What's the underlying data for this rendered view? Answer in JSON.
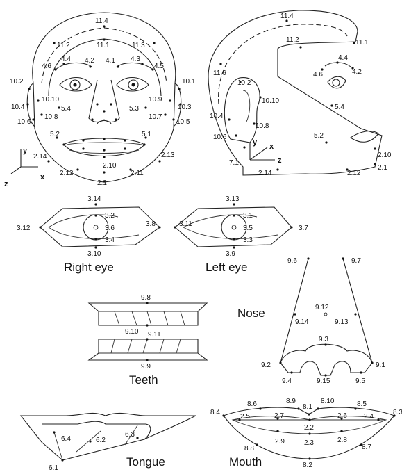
{
  "titles": {
    "right_eye": "Right eye",
    "left_eye": "Left eye",
    "nose": "Nose",
    "teeth": "Teeth",
    "tongue": "Tongue",
    "mouth": "Mouth"
  },
  "axes": {
    "x": "x",
    "y": "y",
    "z": "z"
  },
  "front_face": {
    "labels": [
      "11.4",
      "11.2",
      "11.1",
      "11.3",
      "4.4",
      "4.2",
      "4.1",
      "4.3",
      "4.6",
      "4.5",
      "10.2",
      "10.1",
      "10.10",
      "10.9",
      "10.4",
      "10.3",
      "5.4",
      "5.3",
      "10.6",
      "10.8",
      "10.7",
      "10.5",
      "5.2",
      "5.1",
      "2.14",
      "2.13",
      "2.10",
      "2.12",
      "2.11",
      "2.1"
    ]
  },
  "side_face": {
    "labels": [
      "11.4",
      "11.2",
      "11.1",
      "11.6",
      "4.4",
      "4.6",
      "4.2",
      "10.2",
      "10.10",
      "10.4",
      "5.4",
      "10.8",
      "10.6",
      "5.2",
      "7.1",
      "2.10",
      "2.1",
      "2.14",
      "2.12"
    ]
  },
  "right_eye": {
    "labels": [
      "3.14",
      "3.2",
      "3.12",
      "3.6",
      "3.8",
      "3.4",
      "3.10"
    ]
  },
  "left_eye": {
    "labels": [
      "3.13",
      "3.1",
      "3.11",
      "3.5",
      "3.7",
      "3.3",
      "3.9"
    ]
  },
  "nose": {
    "labels": [
      "9.6",
      "9.7",
      "9.12",
      "9.14",
      "9.13",
      "9.3",
      "9.2",
      "9.1",
      "9.4",
      "9.15",
      "9.5"
    ]
  },
  "teeth": {
    "labels": [
      "9.8",
      "9.10",
      "9.11",
      "9.9"
    ]
  },
  "tongue": {
    "labels": [
      "6.4",
      "6.2",
      "6.3",
      "6.1"
    ]
  },
  "mouth": {
    "labels": [
      "8.6",
      "8.9",
      "8.1",
      "8.10",
      "8.5",
      "8.4",
      "8.3",
      "2.5",
      "2.7",
      "2.2",
      "2.6",
      "2.4",
      "2.9",
      "2.3",
      "2.8",
      "8.8",
      "8.7",
      "8.2"
    ]
  }
}
